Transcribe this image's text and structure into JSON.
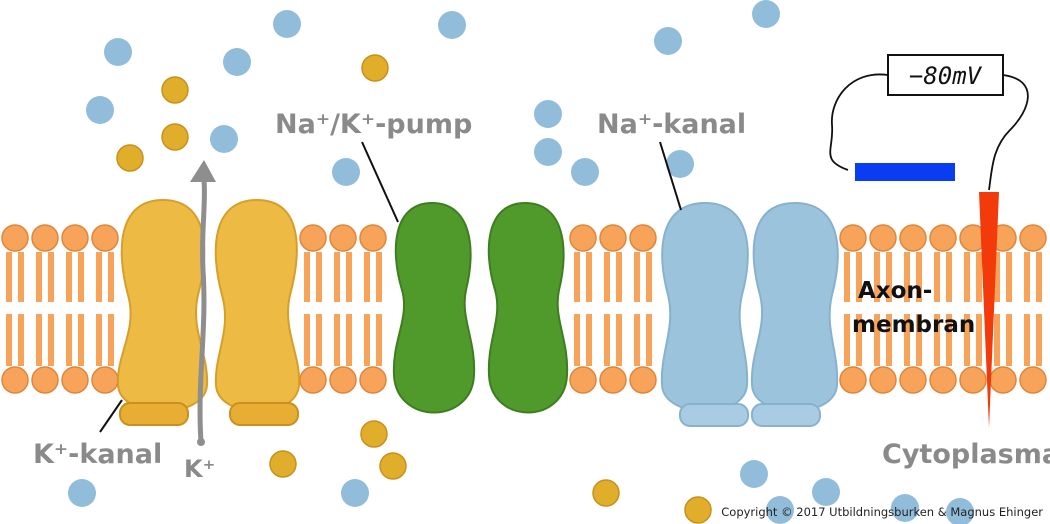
{
  "labels": {
    "pump": "Na⁺/K⁺-pump",
    "na_channel": "Na⁺-kanal",
    "k_channel": "K⁺-kanal",
    "k_ion": "K⁺",
    "membrane_line1": "Axon-",
    "membrane_line2": "membran",
    "cytoplasm": "Cytoplasma"
  },
  "voltmeter": {
    "reading": "−80mV"
  },
  "copyright": "Copyright © 2017 Utbildningsburken & Magnus Ehinger",
  "colors": {
    "lipid": "#F7A35A",
    "lipid_stroke": "#E0863A",
    "k_channel": "#EDB73A",
    "pump": "#4F9A2A",
    "na_channel": "#9CC3DC",
    "na_ion": "#7FB2D4",
    "k_ion_fill": "#E1AE2C",
    "electrode_blue": "#0A3CF2",
    "electrode_red": "#F23A0A",
    "label_gray": "#8A8A8A",
    "arrow_gray": "#8E8E8E"
  },
  "legend_icons": [
    "na-ion-icon",
    "k-ion-icon",
    "arrow-icon"
  ]
}
